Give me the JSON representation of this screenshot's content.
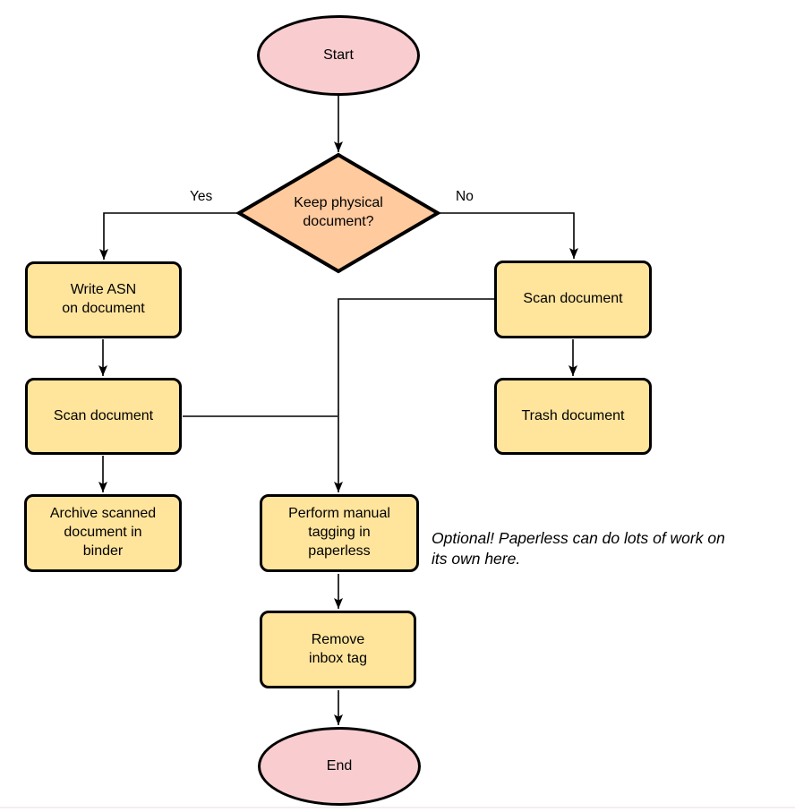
{
  "colors": {
    "canvas_bg": "#ffffff",
    "terminal_fill": "#f9cdd0",
    "decision_fill": "#ffca9e",
    "process_fill": "#ffe49c",
    "shape_stroke": "#000000",
    "connector_stroke": "#000000",
    "hairline_color": "#f4edf0"
  },
  "nodes": {
    "start": {
      "label": "Start",
      "type": "terminal"
    },
    "decision": {
      "label": "Keep physical\ndocument?",
      "type": "decision"
    },
    "write_asn": {
      "label": "Write ASN\non document",
      "type": "process"
    },
    "scan_left": {
      "label": "Scan document",
      "type": "process"
    },
    "archive": {
      "label": "Archive scanned\ndocument in\nbinder",
      "type": "process"
    },
    "scan_right": {
      "label": "Scan document",
      "type": "process"
    },
    "trash": {
      "label": "Trash document",
      "type": "process"
    },
    "perform_tagging": {
      "label": "Perform manual\ntagging in\npaperless",
      "type": "process"
    },
    "remove_inbox": {
      "label": "Remove\ninbox tag",
      "type": "process"
    },
    "end": {
      "label": "End",
      "type": "terminal"
    }
  },
  "edge_labels": {
    "yes": "Yes",
    "no": "No"
  },
  "note": {
    "text": "Optional! Paperless can do lots of work on\nits own here."
  }
}
